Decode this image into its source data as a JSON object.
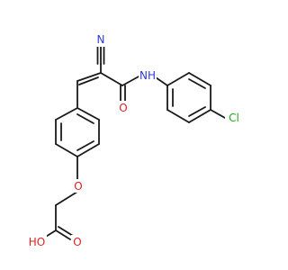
{
  "molecule": {
    "labels": {
      "nitrogen_nitrile": "N",
      "amide_nh": "NH",
      "amide_oxygen": "O",
      "chlorine": "Cl",
      "ether_oxygen": "O",
      "acid_carbonyl_oxygen": "O",
      "acid_hydroxyl": "HO"
    },
    "colors": {
      "bond": "#1a1a1a",
      "nitrogen": "#2f3bd6",
      "oxygen": "#e02020",
      "chlorine": "#22a51f"
    }
  }
}
